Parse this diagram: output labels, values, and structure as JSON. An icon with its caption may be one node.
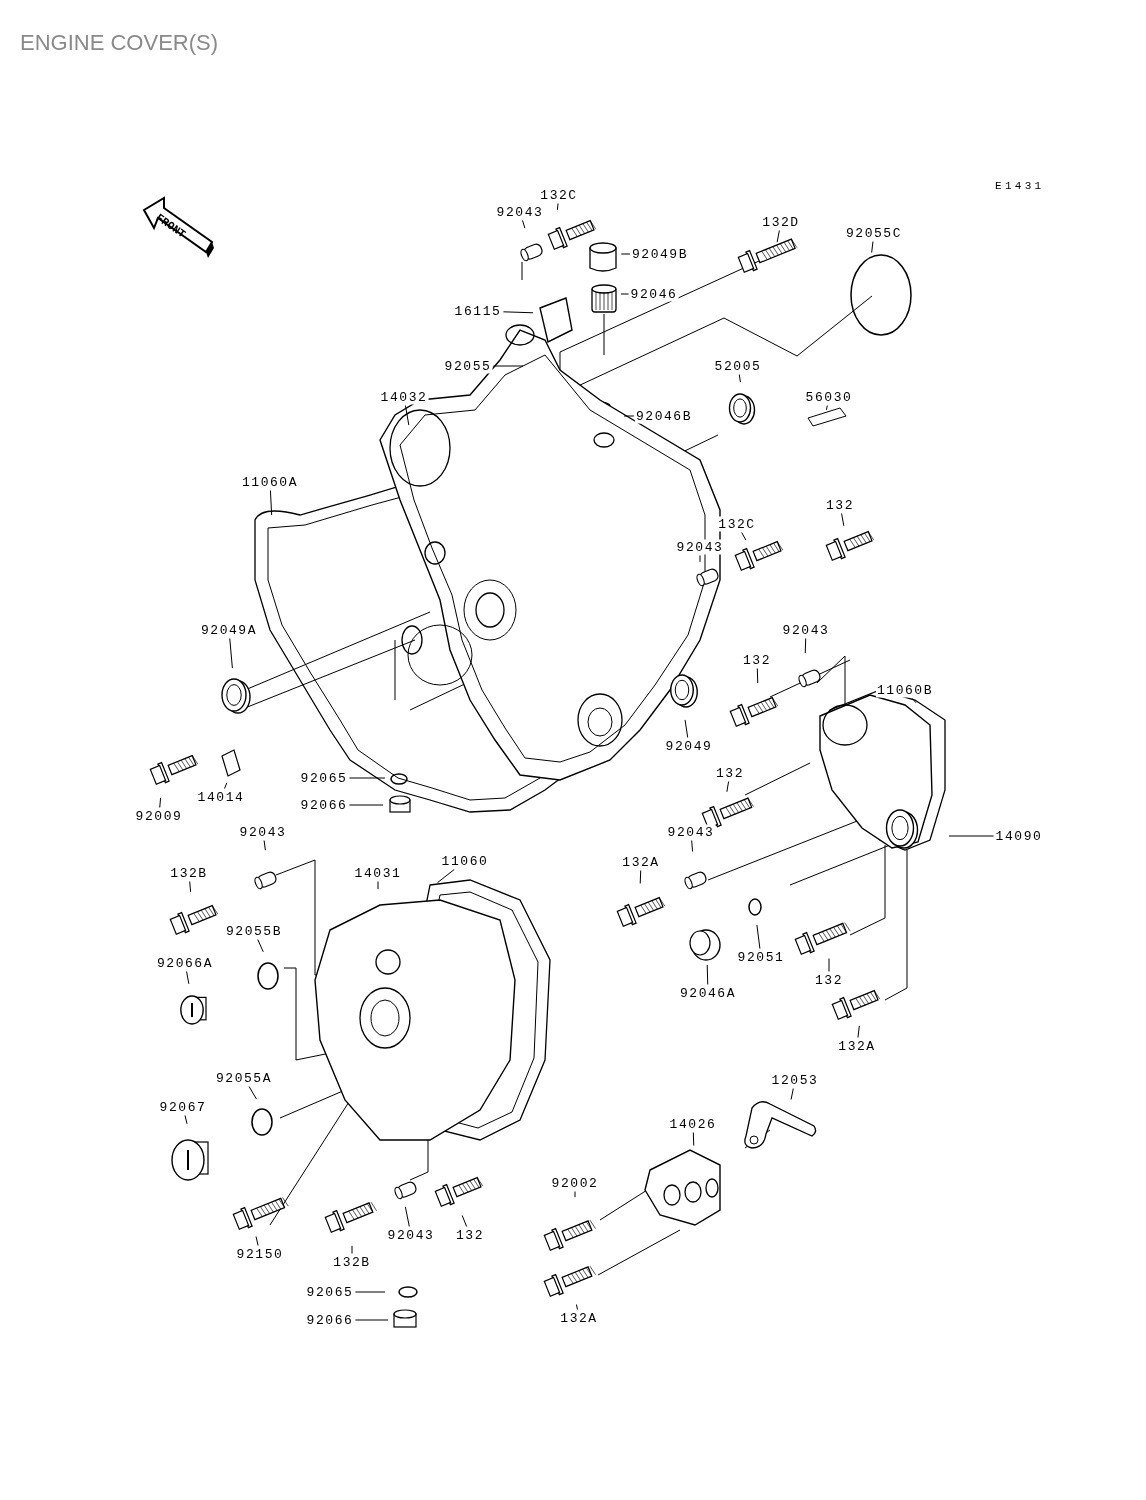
{
  "diagram": {
    "title": "ENGINE COVER(S)",
    "nodes": [
      {
        "text": [
          "FRONT"
        ]
      },
      {
        "text": [
          "132C"
        ]
      },
      {
        "text": [
          "92043"
        ]
      },
      {
        "text": [
          "92049B"
        ]
      },
      {
        "text": [
          "132D"
        ]
      },
      {
        "text": [
          "92055C"
        ]
      },
      {
        "text": [
          "92046"
        ]
      },
      {
        "text": [
          "16115"
        ]
      },
      {
        "text": [
          "92055"
        ]
      },
      {
        "text": [
          "52005"
        ]
      },
      {
        "text": [
          "14032"
        ]
      },
      {
        "text": [
          "92046B"
        ]
      },
      {
        "text": [
          "56030"
        ]
      },
      {
        "text": [
          "11060A"
        ]
      },
      {
        "text": [
          "132"
        ]
      },
      {
        "text": [
          "132C"
        ]
      },
      {
        "text": [
          "92043"
        ]
      },
      {
        "text": [
          "92049A"
        ]
      },
      {
        "text": [
          "92043"
        ]
      },
      {
        "text": [
          "132"
        ]
      },
      {
        "text": [
          "11060B"
        ]
      },
      {
        "text": [
          "92049"
        ]
      },
      {
        "text": [
          "92009"
        ]
      },
      {
        "text": [
          "14014"
        ]
      },
      {
        "text": [
          "92065"
        ]
      },
      {
        "text": [
          "92066"
        ]
      },
      {
        "text": [
          "132"
        ]
      },
      {
        "text": [
          "14090"
        ]
      },
      {
        "text": [
          "92043"
        ]
      },
      {
        "text": [
          "132B"
        ]
      },
      {
        "text": [
          "14031"
        ]
      },
      {
        "text": [
          "11060"
        ]
      },
      {
        "text": [
          "92043"
        ]
      },
      {
        "text": [
          "132A"
        ]
      },
      {
        "text": [
          "92055B"
        ]
      },
      {
        "text": [
          "92066A"
        ]
      },
      {
        "text": [
          "92051"
        ]
      },
      {
        "text": [
          "132"
        ]
      },
      {
        "text": [
          "92046A"
        ]
      },
      {
        "text": [
          "132A"
        ]
      },
      {
        "text": [
          "12053"
        ]
      },
      {
        "text": [
          "92055A"
        ]
      },
      {
        "text": [
          "92067"
        ]
      },
      {
        "text": [
          "14026"
        ]
      },
      {
        "text": [
          "92002"
        ]
      },
      {
        "text": [
          "92150"
        ]
      },
      {
        "text": [
          "132B"
        ]
      },
      {
        "text": [
          "92043"
        ]
      },
      {
        "text": [
          "132"
        ]
      },
      {
        "text": [
          "92065"
        ]
      },
      {
        "text": [
          "92066"
        ]
      },
      {
        "text": [
          "132A"
        ]
      }
    ],
    "edges": [
      {
        "from": 1,
        "to": null,
        "arrow": "none"
      },
      {
        "from": 2,
        "to": null,
        "arrow": "none"
      },
      {
        "from": 3,
        "to": null,
        "arrow": "none"
      },
      {
        "from": 4,
        "to": null,
        "arrow": "none"
      },
      {
        "from": 5,
        "to": null,
        "arrow": "none"
      },
      {
        "from": 6,
        "to": null,
        "arrow": "none"
      },
      {
        "from": 7,
        "to": null,
        "arrow": "none"
      },
      {
        "from": 8,
        "to": null,
        "arrow": "none"
      },
      {
        "from": 9,
        "to": null,
        "arrow": "none"
      },
      {
        "from": 10,
        "to": null,
        "arrow": "none"
      },
      {
        "from": 11,
        "to": null,
        "arrow": "none"
      },
      {
        "from": 12,
        "to": null,
        "arrow": "none"
      },
      {
        "from": 13,
        "to": null,
        "arrow": "none"
      },
      {
        "from": 14,
        "to": null,
        "arrow": "none"
      },
      {
        "from": 15,
        "to": null,
        "arrow": "none"
      },
      {
        "from": 16,
        "to": null,
        "arrow": "none"
      },
      {
        "from": 17,
        "to": null,
        "arrow": "none"
      },
      {
        "from": 18,
        "to": null,
        "arrow": "none"
      },
      {
        "from": 19,
        "to": null,
        "arrow": "none"
      },
      {
        "from": 20,
        "to": null,
        "arrow": "none"
      },
      {
        "from": 21,
        "to": null,
        "arrow": "none"
      },
      {
        "from": 22,
        "to": null,
        "arrow": "none"
      },
      {
        "from": 23,
        "to": null,
        "arrow": "none"
      },
      {
        "from": 24,
        "to": null,
        "arrow": "none"
      },
      {
        "from": 25,
        "to": null,
        "arrow": "none"
      },
      {
        "from": 26,
        "to": null,
        "arrow": "none"
      },
      {
        "from": 27,
        "to": null,
        "arrow": "none"
      },
      {
        "from": 28,
        "to": null,
        "arrow": "none"
      },
      {
        "from": 29,
        "to": null,
        "arrow": "none"
      },
      {
        "from": 30,
        "to": null,
        "arrow": "none"
      },
      {
        "from": 31,
        "to": null,
        "arrow": "none"
      },
      {
        "from": 32,
        "to": null,
        "arrow": "none"
      },
      {
        "from": 33,
        "to": null,
        "arrow": "none"
      },
      {
        "from": 34,
        "to": null,
        "arrow": "none"
      },
      {
        "from": 35,
        "to": null,
        "arrow": "none"
      },
      {
        "from": 36,
        "to": null,
        "arrow": "none"
      },
      {
        "from": 37,
        "to": null,
        "arrow": "none"
      },
      {
        "from": 38,
        "to": null,
        "arrow": "none"
      },
      {
        "from": 39,
        "to": null,
        "arrow": "none"
      },
      {
        "from": 40,
        "to": null,
        "arrow": "none"
      },
      {
        "from": 41,
        "to": null,
        "arrow": "none"
      },
      {
        "from": 42,
        "to": null,
        "arrow": "none"
      },
      {
        "from": 43,
        "to": null,
        "arrow": "none"
      },
      {
        "from": 44,
        "to": null,
        "arrow": "none"
      },
      {
        "from": 45,
        "to": null,
        "arrow": "none"
      },
      {
        "from": 46,
        "to": null,
        "arrow": "none"
      },
      {
        "from": 47,
        "to": null,
        "arrow": "none"
      },
      {
        "from": 48,
        "to": null,
        "arrow": "none"
      },
      {
        "from": 49,
        "to": null,
        "arrow": "none"
      },
      {
        "from": 50,
        "to": null,
        "arrow": "none"
      },
      {
        "from": 51,
        "to": null,
        "arrow": "none"
      }
    ],
    "labels": [
      "E1431"
    ]
  }
}
